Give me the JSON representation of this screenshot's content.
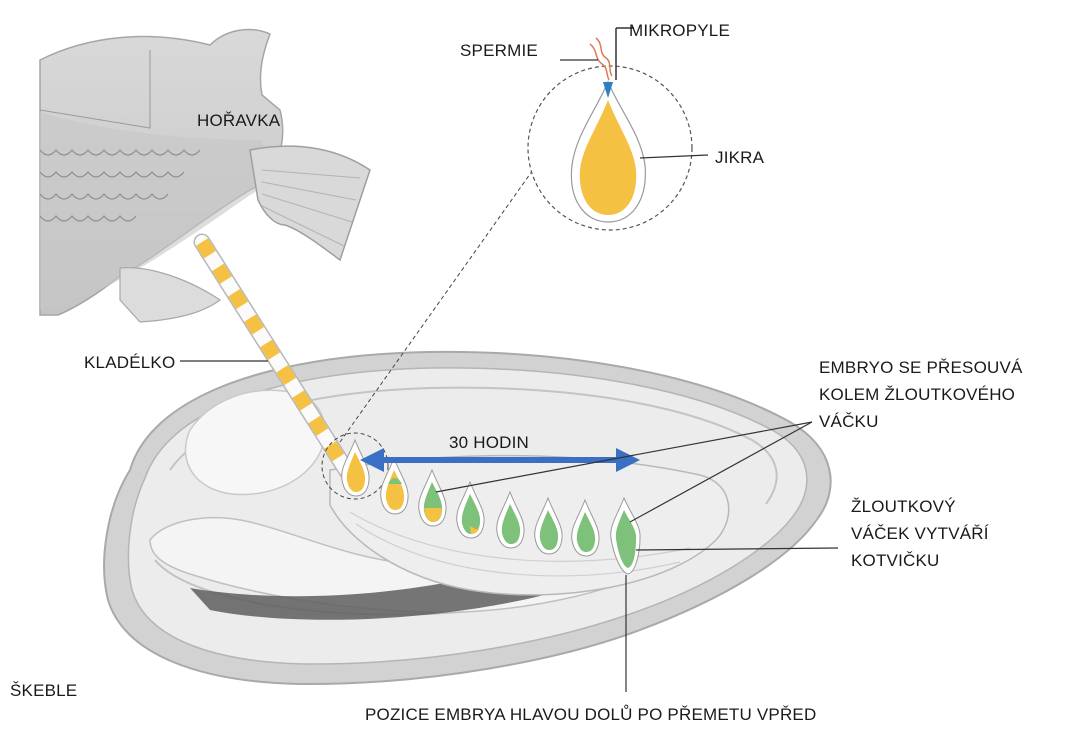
{
  "labels": {
    "fish": "HOŘAVKA",
    "sperm": "SPERMIE",
    "micropyle": "MIKROPYLE",
    "egg": "JIKRA",
    "ovipositor": "KLADÉLKO",
    "duration": "30 HODIN",
    "embryo_moves": [
      "EMBRYO SE PŘESOUVÁ",
      "KOLEM ŽLOUTKOVÉHO",
      "VÁČKU"
    ],
    "yolk_anchor": [
      "ŽLOUTKOVÝ",
      "VÁČEK VYTVÁŘÍ",
      "KOTVIČKU"
    ],
    "mussel": "ŠKEBLE",
    "embryo_position": "POZICE EMBRYA HLAVOU DOLŮ PO PŘEMETU VPŘED"
  },
  "colors": {
    "yolk": "#f5c143",
    "embryo": "#7ec17a",
    "arrow": "#3a6fc4",
    "micropyle": "#2f7fc0",
    "sperm": "#e07a55"
  }
}
